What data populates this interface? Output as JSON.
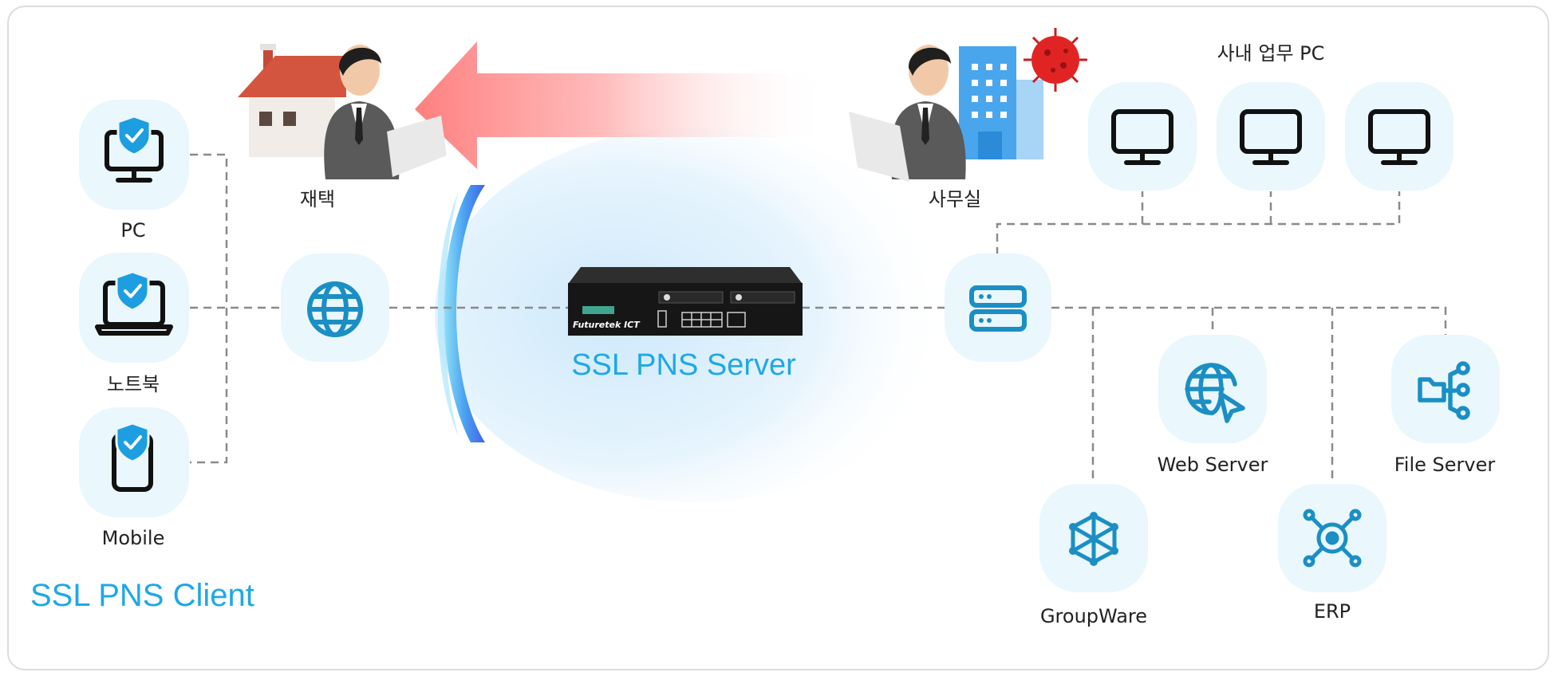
{
  "labels": {
    "pc": "PC",
    "notebook": "노트북",
    "mobile": "Mobile",
    "client_title": "SSL PNS Client",
    "home": "재택",
    "office": "사무실",
    "office_pcs": "사내 업무 PC",
    "server_title": "SSL PNS Server",
    "device_brand": "Futuretek ICT",
    "web_server": "Web Server",
    "file_server": "File Server",
    "groupware": "GroupWare",
    "erp": "ERP"
  },
  "icons": {
    "pc": "monitor-shield-icon",
    "notebook": "laptop-shield-icon",
    "mobile": "phone-shield-icon",
    "internet": "globe-icon",
    "gateway": "server-rack-icon",
    "office_pc": "monitor-icon",
    "web_server": "globe-cursor-icon",
    "file_server": "folder-network-icon",
    "groupware": "hexagon-network-icon",
    "erp": "hub-node-icon",
    "virus": "virus-icon"
  },
  "colors": {
    "accent": "#1fa8e6",
    "icon_blue": "#1b8fc4",
    "node_bg": "#eaf7fd",
    "threat_arrow": "#ff8a8a",
    "virus": "#e02424"
  }
}
